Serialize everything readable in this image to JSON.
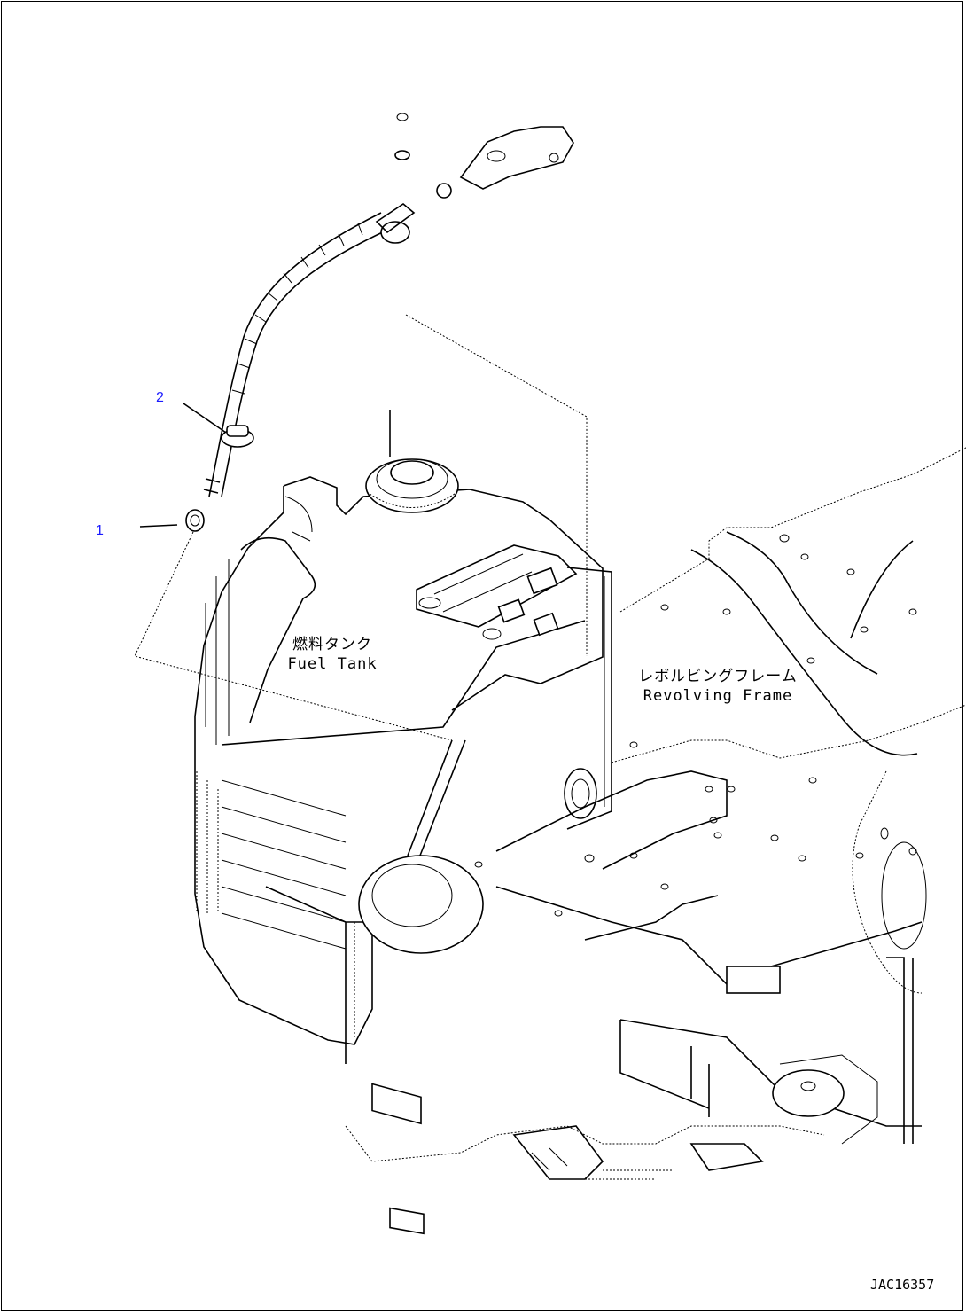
{
  "callouts": [
    {
      "id": "1",
      "label": "1"
    },
    {
      "id": "2",
      "label": "2"
    }
  ],
  "labels": {
    "fuel_tank_jp": "燃料タンク",
    "fuel_tank_en": "Fuel Tank",
    "frame_jp": "レボルビングフレーム",
    "frame_en": "Revolving Frame"
  },
  "drawing_code": "JAC16357",
  "colors": {
    "callout": "#1a1aff",
    "line": "#000000",
    "background": "#ffffff"
  }
}
